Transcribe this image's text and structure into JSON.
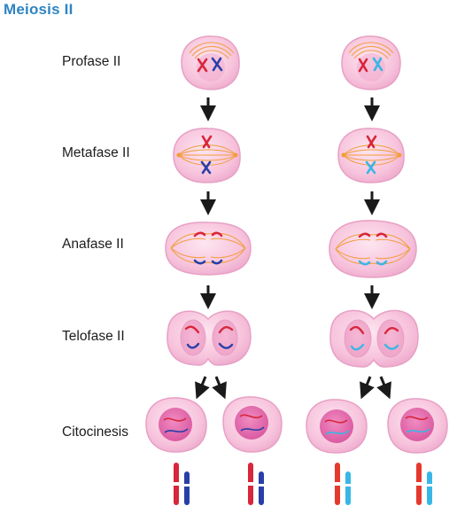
{
  "title": "Meiosis II",
  "stages": [
    {
      "label": "Profase II"
    },
    {
      "label": "Metafase II"
    },
    {
      "label": "Anafase II"
    },
    {
      "label": "Telofase II"
    },
    {
      "label": "Citocinesis"
    }
  ],
  "colors": {
    "title": "#2e84c2",
    "cell_fill": "#f7c3dc",
    "cell_stroke": "#e7a0c4",
    "nucleus": "#e46fae",
    "chromosome_red": "#d8263a",
    "chromosome_blue_dark": "#283fa8",
    "chromosome_blue_light": "#38b7e6",
    "spindle": "#f29d3a",
    "arrow": "#1a1a1a"
  }
}
